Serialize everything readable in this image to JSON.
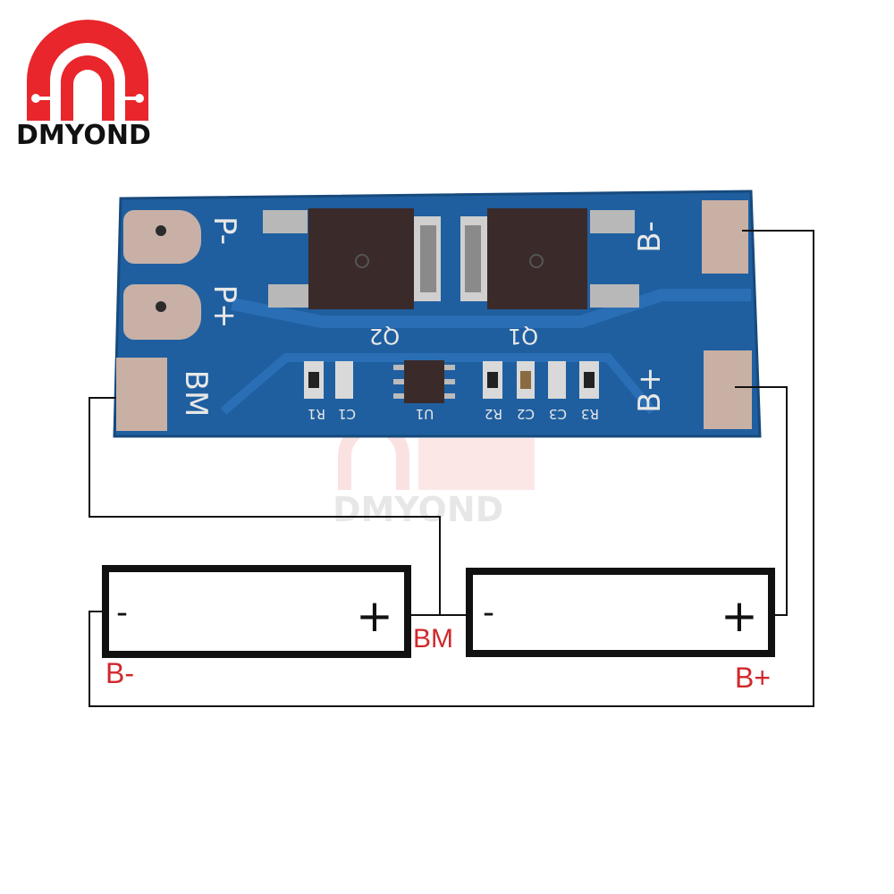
{
  "brand": {
    "logo_text": "DMYOND",
    "watermark_text": "DMYOND",
    "colors": {
      "logo_red": "#e8262b",
      "pcb_blue": "#1f5fa0",
      "label_red": "#d0282c"
    }
  },
  "pcb": {
    "pad_labels": {
      "p_minus": "P-",
      "p_plus": "P+",
      "bm": "BM",
      "b_minus": "B-",
      "b_plus": "B+"
    },
    "mosfets": [
      {
        "ref": "Q2"
      },
      {
        "ref": "Q1"
      }
    ],
    "components": [
      "R1",
      "C1",
      "U1",
      "R2",
      "C2",
      "C3",
      "R3"
    ]
  },
  "batteries": [
    {
      "minus": "-",
      "plus": "+"
    },
    {
      "minus": "-",
      "plus": "+"
    }
  ],
  "wiring_labels": {
    "b_minus": "B-",
    "bm": "BM",
    "b_plus": "B+"
  }
}
